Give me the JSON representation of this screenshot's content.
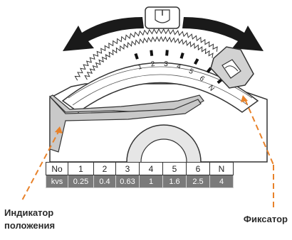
{
  "diagram": {
    "dial_ticks": [
      "1",
      "2",
      "3",
      "4",
      "5",
      "6",
      "N"
    ],
    "table": {
      "row1": [
        "No",
        "1",
        "2",
        "3",
        "4",
        "5",
        "6",
        "N"
      ],
      "row2": [
        "kvs",
        "0.25",
        "0.4",
        "0.63",
        "1",
        "1.6",
        "2.5",
        "4"
      ]
    },
    "labels": {
      "indicator_line1": "Индикатор",
      "indicator_line2": "положения",
      "lock": "Фиксатор"
    },
    "colors": {
      "arrow": "#1a1a1a",
      "indicator": "#c9c9c9",
      "leader": "#e8822a",
      "table_dark": "#7a7a7a"
    }
  }
}
